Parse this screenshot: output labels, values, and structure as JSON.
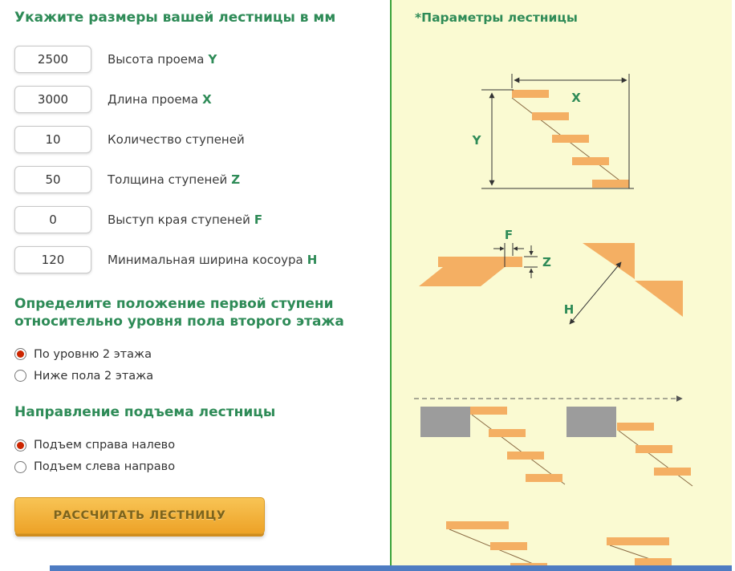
{
  "left_panel": {
    "title": "Укажите размеры вашей лестницы в мм",
    "fields": [
      {
        "value": "2500",
        "label": "Высота проема",
        "dim": "Y"
      },
      {
        "value": "3000",
        "label": "Длина проема",
        "dim": "X"
      },
      {
        "value": "10",
        "label": "Количество ступеней",
        "dim": ""
      },
      {
        "value": "50",
        "label": "Толщина ступеней",
        "dim": "Z"
      },
      {
        "value": "0",
        "label": "Выступ края ступеней",
        "dim": "F"
      },
      {
        "value": "120",
        "label": "Минимальная ширина косоура",
        "dim": "H"
      }
    ],
    "position_section": {
      "title": "Определите положение первой ступени относительно уровня пола второго этажа",
      "options": [
        {
          "label": "По уровню 2 этажа",
          "selected": true
        },
        {
          "label": "Ниже пола 2 этажа",
          "selected": false
        }
      ]
    },
    "direction_section": {
      "title": "Направление подъема лестницы",
      "options": [
        {
          "label": "Подъем справа налево",
          "selected": true
        },
        {
          "label": "Подъем слева направо",
          "selected": false
        }
      ]
    },
    "calc_button_label": "РАССЧИТАТЬ ЛЕСТНИЦУ"
  },
  "right_panel": {
    "title": "*Параметры лестницы",
    "labels": {
      "x": "X",
      "y": "Y",
      "f": "F",
      "z": "Z",
      "h": "H"
    }
  },
  "colors": {
    "heading_green": "#2e8b57",
    "stair_orange": "#f4af63",
    "slab_gray": "#9c9c9c",
    "radio_selected_red": "#cc2500",
    "panel_bg": "#fafad2",
    "panel_border_green": "#3aa23a",
    "button_gradient_top": "#f8c455",
    "button_gradient_bottom": "#eda227",
    "footer_blue": "#4e7cc2"
  }
}
